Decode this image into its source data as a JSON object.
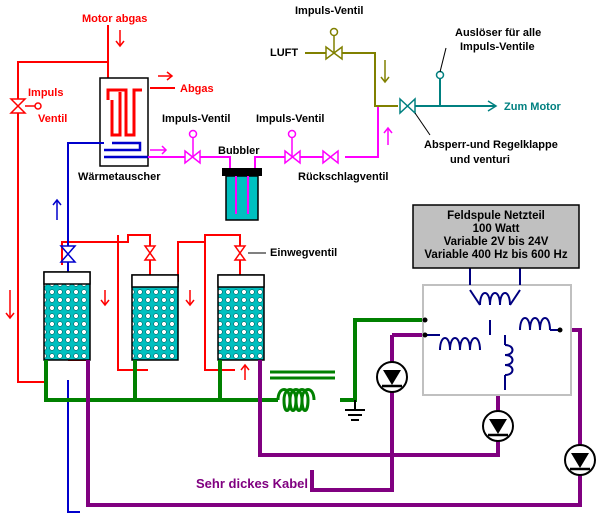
{
  "labels": {
    "motor_abgas": "Motor abgas",
    "abgas": "Abgas",
    "impuls_left_1": "Impuls",
    "impuls_left_2": "Ventil",
    "waermetauscher": "Wärmetauscher",
    "impuls_ventil_top": "Impuls-Ventil",
    "luft": "LUFT",
    "ausloeser_1": "Auslöser für alle",
    "ausloeser_2": "Impuls-Ventile",
    "zum_motor": "Zum Motor",
    "impuls_ventil_1": "Impuls-Ventil",
    "impuls_ventil_2": "Impuls-Ventil",
    "bubbler": "Bubbler",
    "rueckschlagventil": "Rückschlagventil",
    "absperr_1": "Absperr-und Regelklappe",
    "absperr_2": "und venturi",
    "einwegventil": "Einwegventil",
    "kabel": "Sehr dickes Kabel"
  },
  "psu": {
    "line1": "Feldspule Netzteil",
    "line2": "100 Watt",
    "line3": "Variable 2V bis 24V",
    "line4": "Variable 400 Hz bis 600 Hz"
  },
  "colors": {
    "exhaust": "#ff0000",
    "cold": "#0000cc",
    "pink": "#ff00ff",
    "olive": "#808000",
    "teal": "#008080",
    "ground": "#008000",
    "cable": "#800080",
    "coil": "#008000",
    "psu_box": "#c0c0c0",
    "tank_fill": "#00c0c0"
  }
}
